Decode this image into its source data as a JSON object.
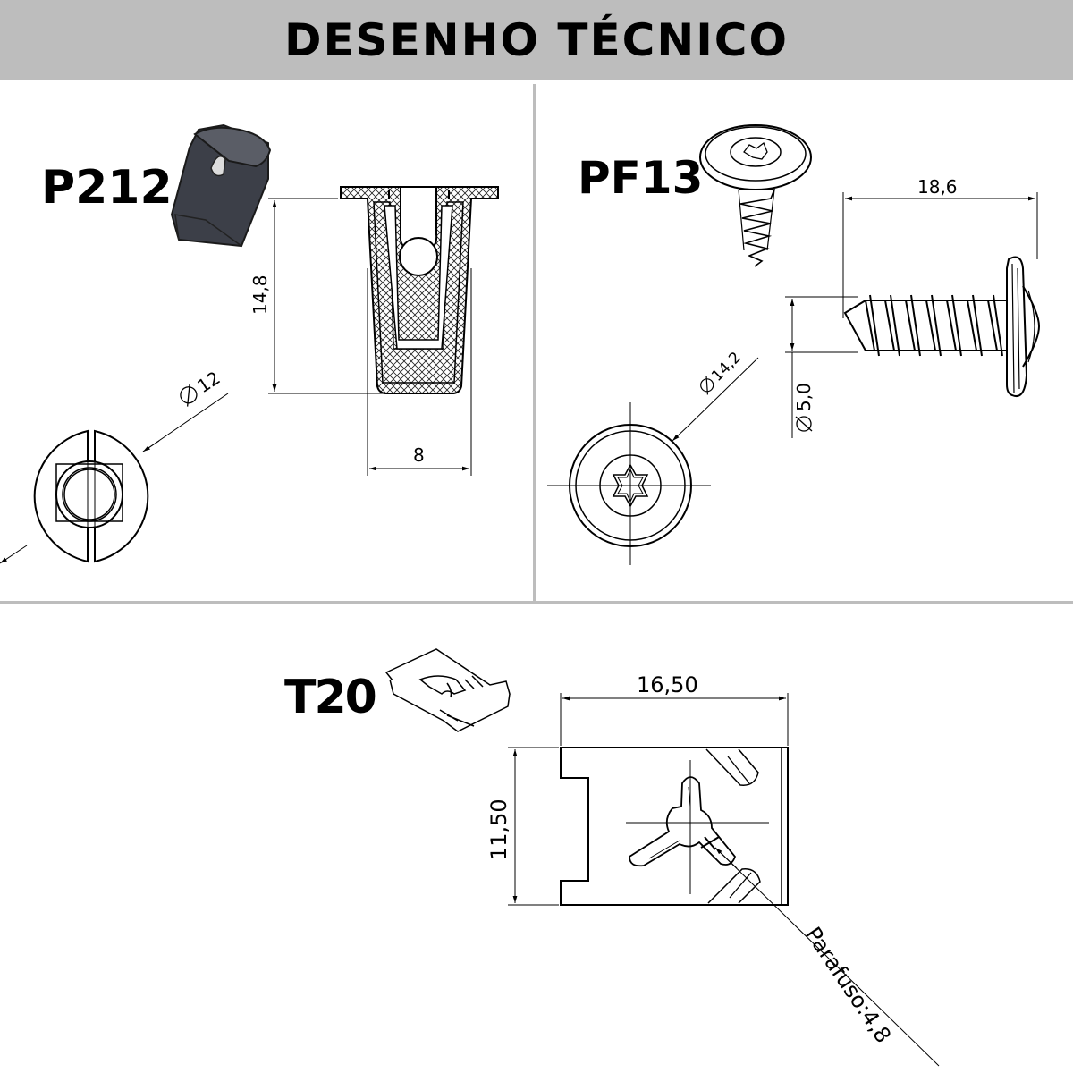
{
  "header": {
    "title": "DESENHO TÉCNICO"
  },
  "parts": {
    "p212": {
      "code": "P212",
      "height": "14,8",
      "width": "8",
      "diameter": "12"
    },
    "pf13": {
      "code": "PF13",
      "length": "18,6",
      "head_diameter": "14,2",
      "shank_diameter": "5,0"
    },
    "t20": {
      "code": "T20",
      "width": "16,50",
      "height": "11,50",
      "screw": "Parafuso:4,8"
    }
  },
  "colors": {
    "header_bg": "#bdbdbd",
    "divider": "#bdbdbd",
    "ink": "#000000",
    "clip_body": "#3c3f48"
  }
}
